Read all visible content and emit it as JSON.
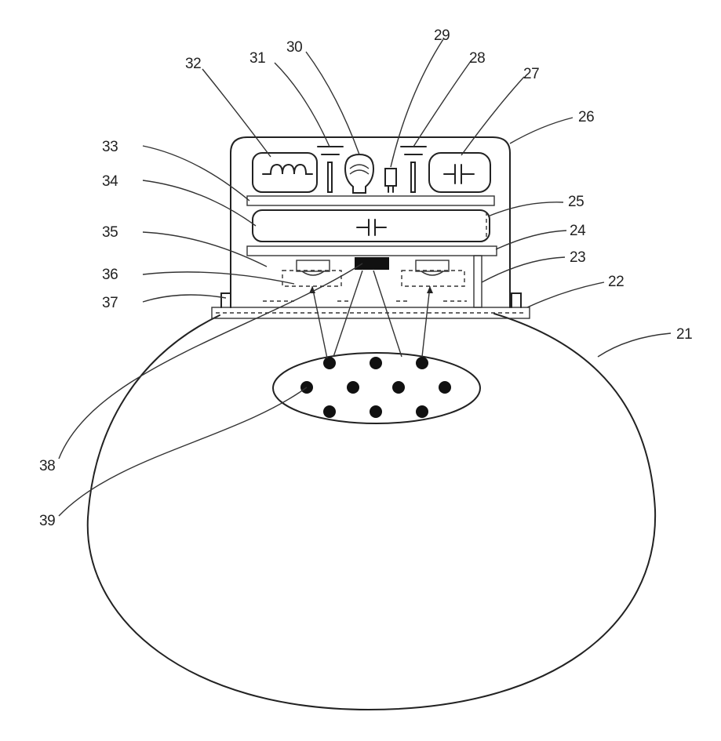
{
  "figure": {
    "labels": {
      "l21": "21",
      "l22": "22",
      "l23": "23",
      "l24": "24",
      "l25": "25",
      "l26": "26",
      "l27": "27",
      "l28": "28",
      "l29": "29",
      "l30": "30",
      "l31": "31",
      "l32": "32",
      "l33": "33",
      "l34": "34",
      "l35": "35",
      "l36": "36",
      "l37": "37",
      "l38": "38",
      "l39": "39"
    }
  }
}
